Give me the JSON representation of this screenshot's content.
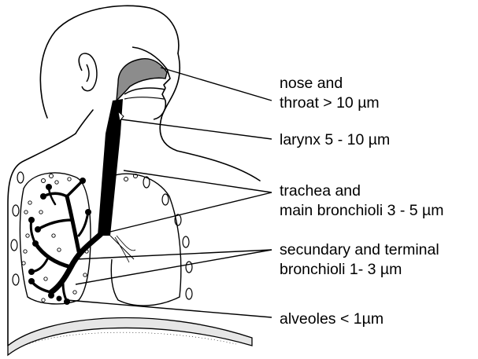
{
  "labels": {
    "nose_line1": "nose and",
    "nose_line2": "throat  > 10 µm",
    "larynx": "larynx  5 - 10 µm",
    "trachea_line1": "trachea and",
    "trachea_line2": "main bronchioli  3 - 5 µm",
    "secondary_line1": "secundary and  terminal",
    "secondary_line2": "bronchioli  1- 3 µm",
    "alveoles": "alveoles  < 1µm"
  },
  "colors": {
    "ink": "#000000",
    "nasal_fill": "#8c8c8c",
    "background": "#ffffff"
  }
}
